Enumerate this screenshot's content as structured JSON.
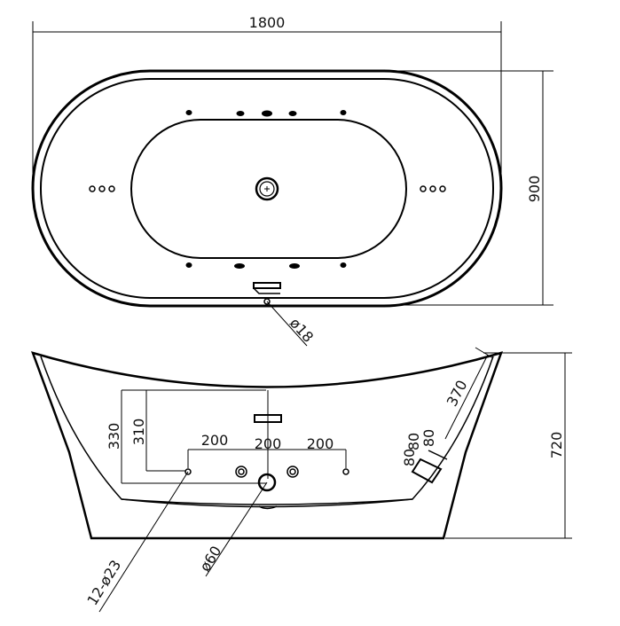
{
  "top_view": {
    "length_label": "1800",
    "width_label": "900",
    "drain_diameter_label": "ø18"
  },
  "side_view": {
    "height_label": "720",
    "overflow_height_label": "330",
    "overflow_center_label": "310",
    "jet_spacing_labels": [
      "200",
      "200",
      "200"
    ],
    "side_jet_depth_label": "370",
    "side_jet_offset_labels": [
      "80",
      "80",
      "80"
    ],
    "jet_count_diameter_label": "12-ø23",
    "pump_diameter_label": "ø60"
  },
  "colors": {
    "line": "#000000",
    "background": "#ffffff"
  }
}
